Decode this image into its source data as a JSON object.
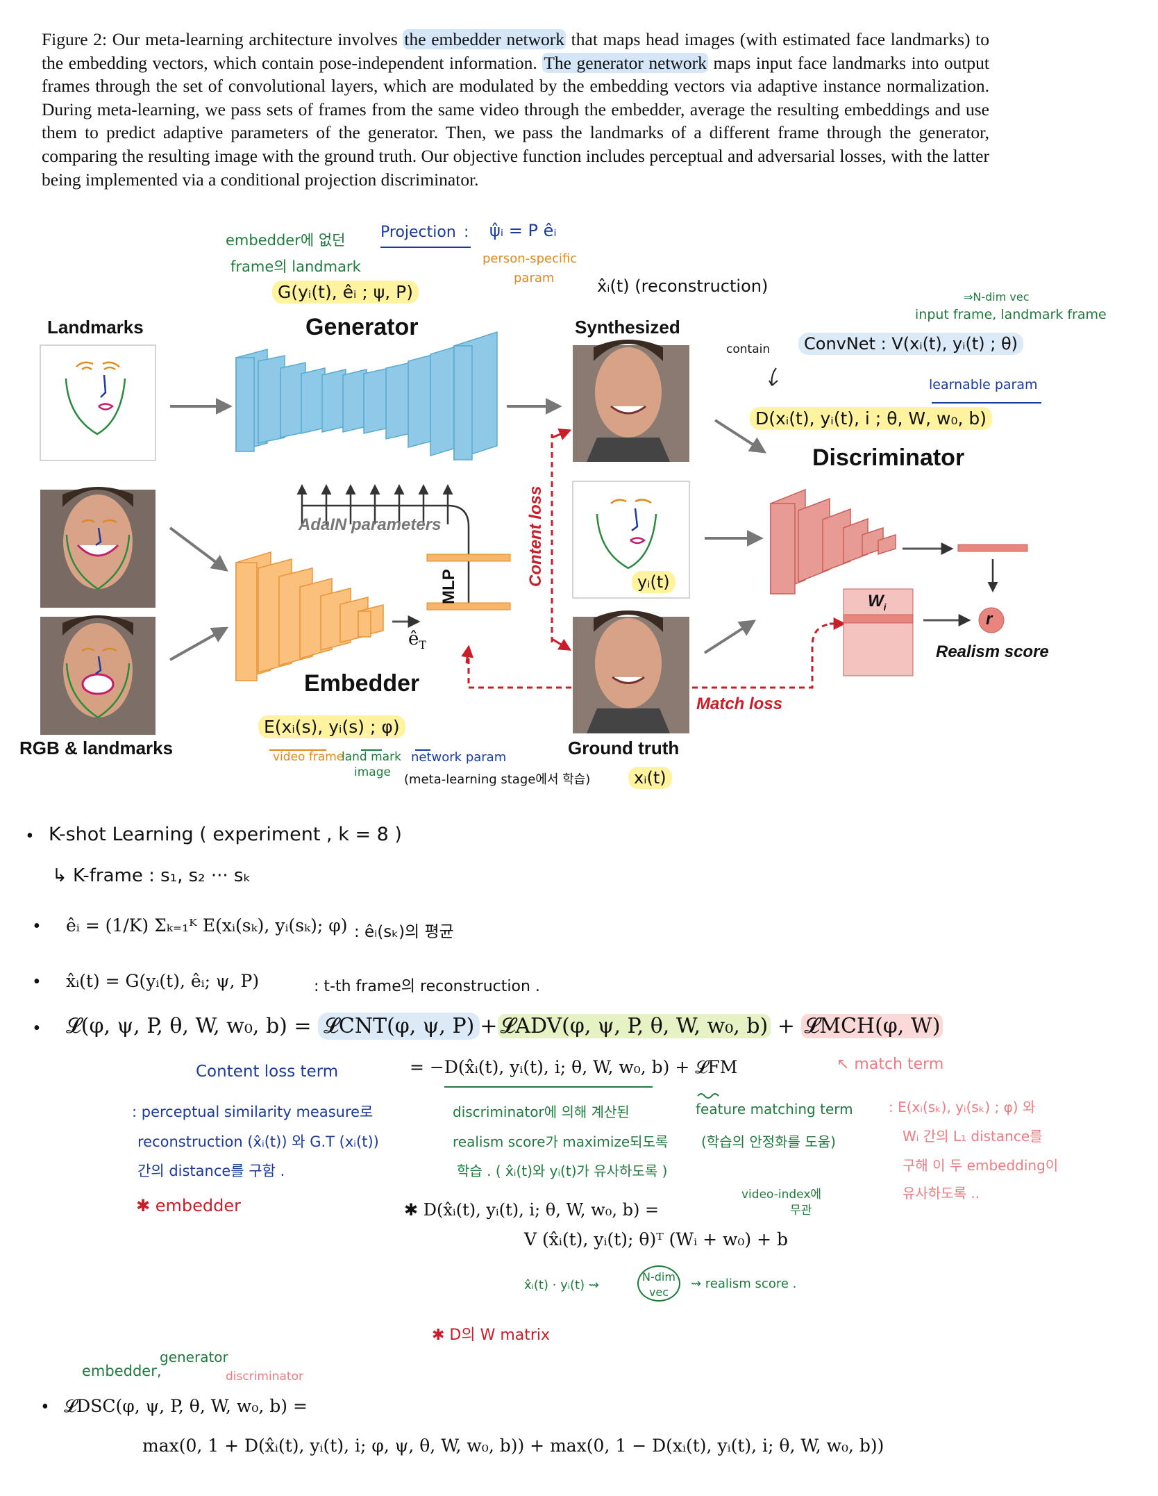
{
  "caption": {
    "pre": "Figure 2: Our meta-learning architecture involves ",
    "hl1": "the embedder network",
    "mid": " that maps head images (with estimated face landmarks) to the embedding vectors, which contain pose-independent information. ",
    "hl2": "The generator network",
    "post": " maps input face landmarks into output frames through the set of convolutional layers, which are modulated by the embedding vectors via adaptive instance normalization. During meta-learning, we pass sets of frames from the same video through the embedder, average the resulting embeddings and use them to predict adaptive parameters of the generator. Then, we pass the landmarks of a different frame through the generator, comparing the resulting image with the ground truth. Our objective function includes perceptual and adversarial losses, with the latter being implemented via a conditional projection discriminator."
  },
  "figure": {
    "landmarks": "Landmarks",
    "generator": "Generator",
    "synthesized": "Synthesized",
    "discriminator": "Discriminator",
    "adain": "AdaIN parameters",
    "mlp": "MLP",
    "embedder": "Embedder",
    "rgb_landmarks": "RGB & landmarks",
    "ground_truth": "Ground truth",
    "content_loss": "Content loss",
    "match_loss": "Match loss",
    "realism_score": "Realism score",
    "wi": "W",
    "wi_sub": "i",
    "r": "r",
    "e_hat": "ê",
    "e_hat_sub": "T"
  },
  "notes": {
    "embedder_note_1": "embedder에 없던",
    "embedder_note_2": "frame의 landmark",
    "projection": "Projection",
    "colon": ":",
    "psi_eq": "ψ̂ᵢ = P êᵢ",
    "person_specific": "person-specific",
    "param": "param",
    "gen_func": "G(yᵢ(t), êᵢ ; ψ, P)",
    "recon": "x̂ᵢ(t)  (reconstruction)",
    "ndim": "⇒N-dim vec",
    "input_frame": "input frame, landmark frame",
    "contain": "contain",
    "convnet": "ConvNet : V(xᵢ(t), yᵢ(t) ; θ)",
    "learnable": "learnable param",
    "disc_func": "D(xᵢ(t), yᵢ(t), i ; θ, W, w₀, b)",
    "yi_t": "yᵢ(t)",
    "emb_func": "E(xᵢ(s), yᵢ(s) ; φ)",
    "video_frame": "video frame",
    "land_mark": "land mark",
    "image": "image",
    "network_param": "network param",
    "meta": "(meta-learning stage에서 학습)",
    "xi_t": "xᵢ(t)"
  },
  "lower": {
    "kshot": "K-shot Learning  ( experiment , k = 8 )",
    "kframe": "↳ K-frame    :  s₁, s₂ ··· sₖ",
    "eq1": "êᵢ = (1/K) Σₖ₌₁ᴷ E(xᵢ(sₖ), yᵢ(sₖ); φ)",
    "eq1_note": ":  êᵢ(sₖ)의 평균",
    "eq2": "x̂ᵢ(t) = G(yᵢ(t), êᵢ; ψ, P)",
    "eq2_note": ":  t-th frame의 reconstruction .",
    "eq3_pre": "𝓛(φ, ψ, P, θ, W, w₀, b) = ",
    "eq3_cnt": "𝓛CNT(φ, ψ, P)",
    "eq3_plus1": "+",
    "eq3_adv": "𝓛ADV(φ, ψ, P, θ, W, w₀, b)",
    "eq3_plus2": " + ",
    "eq3_mch": "𝓛MCH(φ, W)",
    "content_term": "Content loss term",
    "content_desc_1": ": perceptual similarity measure로",
    "content_desc_2": "reconstruction (x̂ᵢ(t)) 와 G.T (xᵢ(t))",
    "content_desc_3": "간의 distance를 구함 .",
    "star_embedder": "✱ embedder",
    "adv_eq": "= −D(x̂ᵢ(t), yᵢ(t), i; θ, W, w₀, b) + 𝓛FM",
    "adv_desc_1": "discriminator에 의해 계산된",
    "adv_desc_2": "realism score가 maximize되도록",
    "adv_desc_3": "학습 . ( x̂ᵢ(t)와 yᵢ(t)가 유사하도록 )",
    "fm_1": "feature matching term",
    "fm_2": "(학습의 안정화를 도움)",
    "match_term": "↖ match term",
    "match_1": ": E(xᵢ(sₖ), yᵢ(sₖ) ; φ) 와",
    "match_2": "Wᵢ 간의 L₁ distance를",
    "match_3": "구해 이 두 embedding이",
    "match_4": "유사하도록 ..",
    "video_index_1": "video-index에",
    "video_index_2": "무관",
    "d_eq_1": "✱ D(x̂ᵢ(t), yᵢ(t), i; θ, W, w₀, b) =",
    "d_eq_2": "V (x̂ᵢ(t), yᵢ(t); θ)ᵀ (Wᵢ + w₀) + b",
    "arrow_note_1": "x̂ᵢ(t) · yᵢ(t)  ⇝",
    "ndim_1": "N-dim",
    "ndim_2": "vec",
    "arrow_note_2": "⇝  realism score .",
    "d_matrix": "✱ D의  W matrix",
    "embedder_gen": "embedder,",
    "generator": "generator",
    "discriminator_lbl": "discriminator",
    "dsc_1": "𝓛DSC(φ, ψ, P, θ, W, w₀, b) =",
    "dsc_2": "max(0, 1 + D(x̂ᵢ(t), yᵢ(t), i; φ, ψ, θ, W, w₀, b)) + max(0, 1 − D(xᵢ(t), yᵢ(t), i; θ, W, w₀, b))"
  }
}
